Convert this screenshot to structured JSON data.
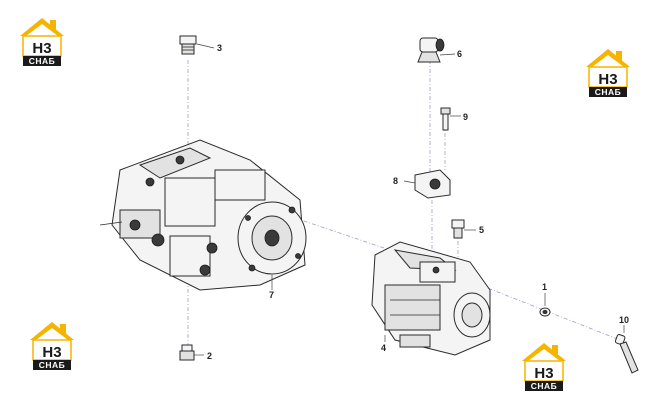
{
  "diagram": {
    "callouts": [
      {
        "id": "1",
        "label": "1"
      },
      {
        "id": "2",
        "label": "2"
      },
      {
        "id": "3",
        "label": "3"
      },
      {
        "id": "4",
        "label": "4"
      },
      {
        "id": "5",
        "label": "5"
      },
      {
        "id": "6",
        "label": "6"
      },
      {
        "id": "7",
        "label": "7"
      },
      {
        "id": "8",
        "label": "8"
      },
      {
        "id": "9",
        "label": "9"
      },
      {
        "id": "10",
        "label": "10"
      }
    ],
    "watermark": {
      "top_text": "H3",
      "bottom_text": "СНАБ",
      "accent_color": "#f5b400",
      "dark_color": "#1a1a1a"
    }
  }
}
